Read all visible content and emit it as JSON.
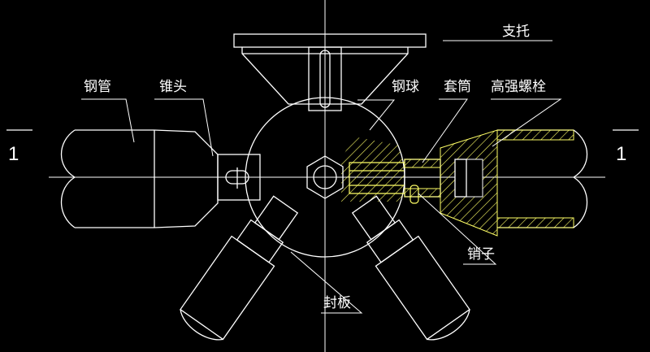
{
  "labels": {
    "support": "支托",
    "steel_pipe": "钢管",
    "cone_head": "锥头",
    "steel_ball": "钢球",
    "sleeve": "套筒",
    "hs_bolt": "高强螺栓",
    "pin": "销子",
    "seal_plate": "封板"
  },
  "section_marks": {
    "left": "1",
    "right": "1"
  },
  "colors": {
    "background": "#000000",
    "line": "#ffffff",
    "hatch": "#ffff66"
  }
}
